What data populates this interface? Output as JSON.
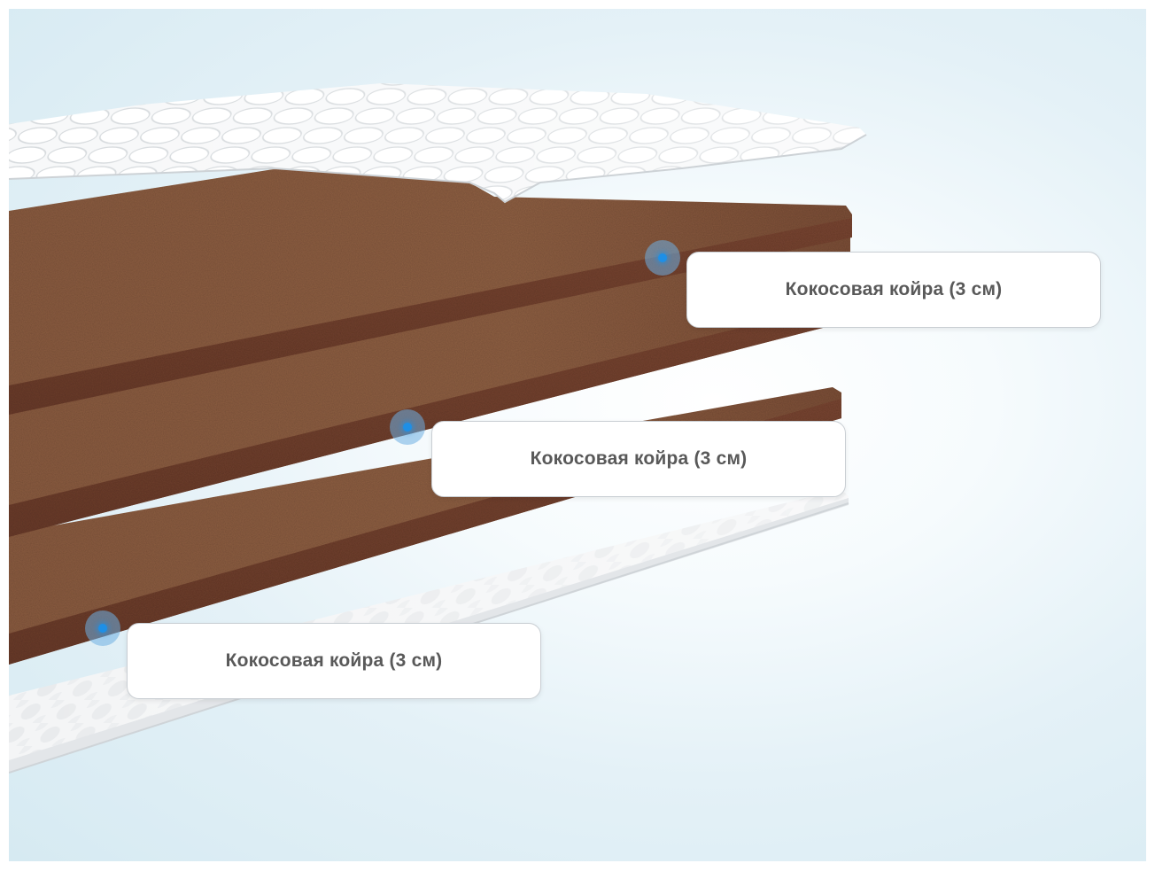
{
  "image": {
    "subject": "mattress-layers",
    "colors": {
      "background": "#e4f1f7",
      "coir": "#8a5a3e",
      "cover": "#f2f4f6",
      "marker": "#1e8fe6"
    }
  },
  "callouts": [
    {
      "label": "Кокосовая койра (3 см)"
    },
    {
      "label": "Кокосовая койра (3 см)"
    },
    {
      "label": "Кокосовая койра (3 см)"
    }
  ]
}
